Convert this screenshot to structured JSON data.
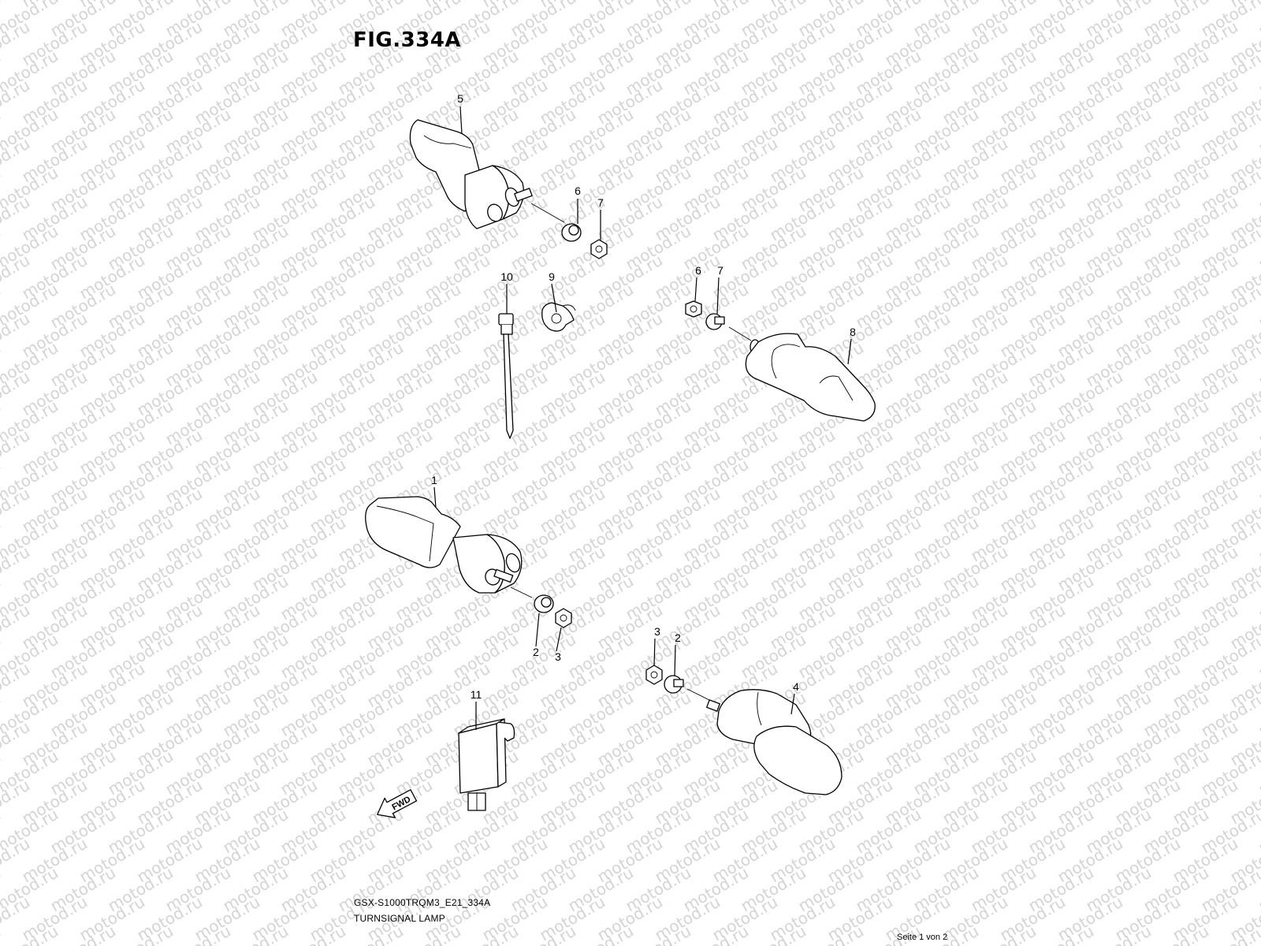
{
  "figure": {
    "title": "FIG.334A"
  },
  "watermark": {
    "text": "motod.ru",
    "color": "#d4d4d4"
  },
  "callouts": [
    {
      "id": "c5",
      "label": "5"
    },
    {
      "id": "c6a",
      "label": "6"
    },
    {
      "id": "c7a",
      "label": "7"
    },
    {
      "id": "c10",
      "label": "10"
    },
    {
      "id": "c9",
      "label": "9"
    },
    {
      "id": "c6b",
      "label": "6"
    },
    {
      "id": "c7b",
      "label": "7"
    },
    {
      "id": "c8",
      "label": "8"
    },
    {
      "id": "c1",
      "label": "1"
    },
    {
      "id": "c2a",
      "label": "2"
    },
    {
      "id": "c3a",
      "label": "3"
    },
    {
      "id": "c3b",
      "label": "3"
    },
    {
      "id": "c2b",
      "label": "2"
    },
    {
      "id": "c4",
      "label": "4"
    },
    {
      "id": "c11",
      "label": "11"
    }
  ],
  "fwd_arrow": {
    "label": "FWD"
  },
  "caption": {
    "code": "GSX-S1000TRQM3_E21_334A",
    "name": "TURNSIGNAL LAMP"
  },
  "footer": {
    "page": "Seite 1 von 2"
  }
}
